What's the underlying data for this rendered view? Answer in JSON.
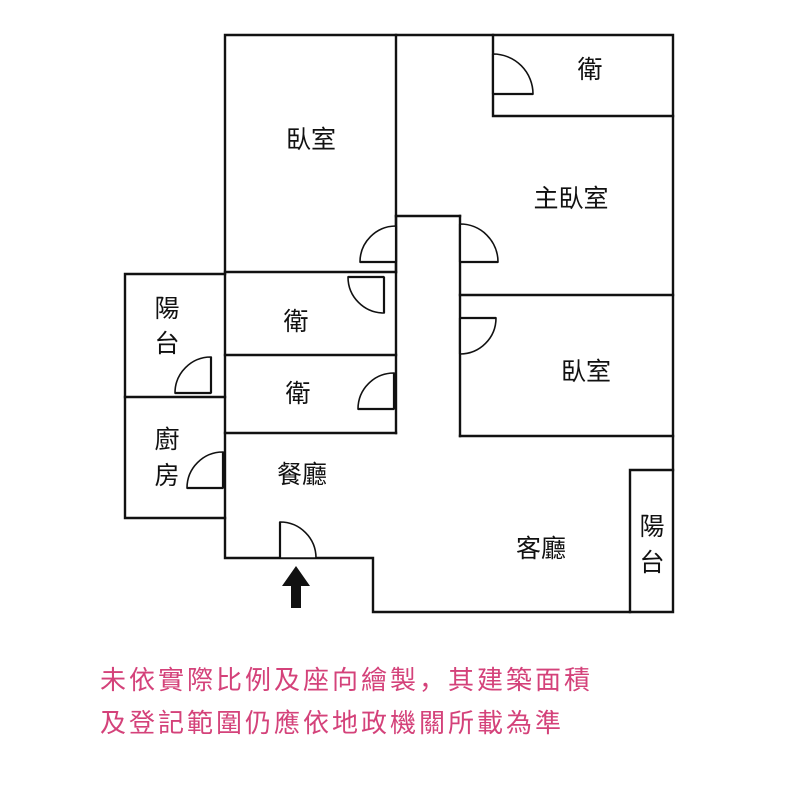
{
  "rooms": {
    "bedroom_top": "臥室",
    "bath_top_right": "衛",
    "master_bedroom": "主臥室",
    "balcony_left": [
      "陽",
      "台"
    ],
    "bath_mid": "衛",
    "bath_lower": "衛",
    "bedroom_right": "臥室",
    "kitchen": [
      "廚",
      "房"
    ],
    "dining": "餐廳",
    "living": "客廳",
    "balcony_right": [
      "陽",
      "台"
    ]
  },
  "disclaimer": {
    "line1": "未依實際比例及座向繪製，其建築面積",
    "line2": "及登記範圍仍應依地政機關所載為準"
  },
  "colors": {
    "wall": "#111111",
    "disclaimer": "#d4427a"
  },
  "icons": {
    "entrance": "up-arrow-icon",
    "doors": "door-swing-icon"
  }
}
